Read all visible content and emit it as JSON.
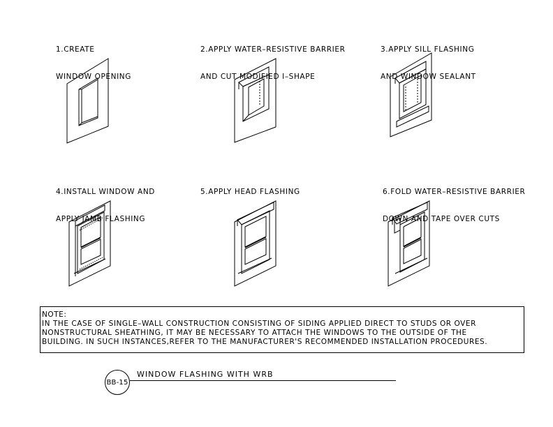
{
  "steps": [
    {
      "line1": "1.CREATE",
      "line2": "WINDOW OPENING"
    },
    {
      "line1": "2.APPLY WATER–RESISTIVE BARRIER",
      "line2": "AND CUT MODIFIED I–SHAPE"
    },
    {
      "line1": "3.APPLY SILL FLASHING",
      "line2": "AND WINDOW SEALANT"
    },
    {
      "line1": "4.INSTALL WINDOW AND",
      "line2": "APPLY JAMB FLASHING"
    },
    {
      "line1": "5.APPLY HEAD FLASHING",
      "line2": ""
    },
    {
      "line1": "6.FOLD WATER–RESISTIVE BARRIER",
      "line2": "DOWN AND TAPE OVER CUTS"
    }
  ],
  "note": {
    "heading": "NOTE:",
    "lines": [
      "IN THE CASE OF SINGLE–WALL CONSTRUCTION CONSISTING OF SIDING APPLIED DIRECT TO STUDS OR OVER",
      "NONSTRUCTURAL SHEATHING, IT MAY BE NECESSARY TO ATTACH THE WINDOWS TO THE OUTSIDE OF THE",
      "BUILDING. IN SUCH INSTANCES,REFER TO THE MANUFACTURER'S RECOMMENDED INSTALLATION PROCEDURES."
    ]
  },
  "detail": {
    "tag": "BB-15",
    "title": "WINDOW FLASHING WITH WRB"
  }
}
